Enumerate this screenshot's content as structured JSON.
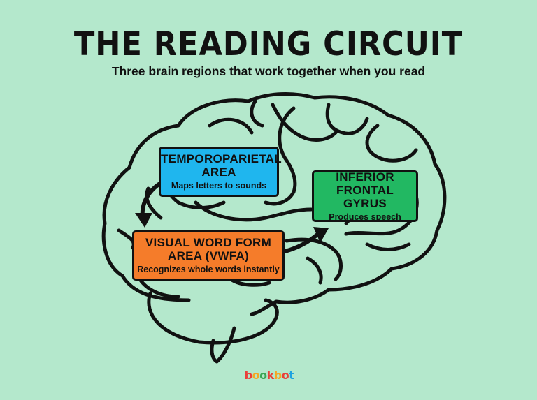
{
  "header": {
    "title": "THE READING CIRCUIT",
    "subtitle": "Three brain regions that work together when you read"
  },
  "regions": [
    {
      "id": "temporoparietal",
      "name": "TEMPOROPARIETAL AREA",
      "description": "Maps letters to sounds",
      "color": "#1fb6ee"
    },
    {
      "id": "vwfa",
      "name": "VISUAL WORD FORM AREA (VWFA)",
      "description": "Recognizes whole words instantly",
      "color": "#f57c2a"
    },
    {
      "id": "ifg",
      "name": "INFERIOR FRONTAL GYRUS",
      "description": "Produces speech",
      "color": "#22b862"
    }
  ],
  "boxes": {
    "tpa": {
      "line1": "TEMPOROPARIETAL",
      "line2": "AREA",
      "desc": "Maps letters to sounds"
    },
    "ifg": {
      "line1": "INFERIOR",
      "line2": "FRONTAL GYRUS",
      "desc": "Produces speech"
    },
    "vwfa": {
      "line1": "VISUAL WORD FORM",
      "line2": "AREA (VWFA)",
      "desc": "Recognizes whole words instantly"
    }
  },
  "flow": [
    {
      "from": "temporoparietal",
      "to": "vwfa",
      "icon": "arrow-down-curved"
    },
    {
      "from": "vwfa",
      "to": "ifg",
      "icon": "arrow-right-curved"
    }
  ],
  "logo": {
    "letters": [
      "b",
      "o",
      "o",
      "k",
      "b",
      "o",
      "t"
    ],
    "colors": [
      "#e8403a",
      "#f5a623",
      "#3aa655",
      "#e8403a",
      "#f5a623",
      "#e8403a",
      "#1fa3e0"
    ]
  },
  "colors": {
    "background": "#b4e8cc",
    "outline": "#111111"
  }
}
